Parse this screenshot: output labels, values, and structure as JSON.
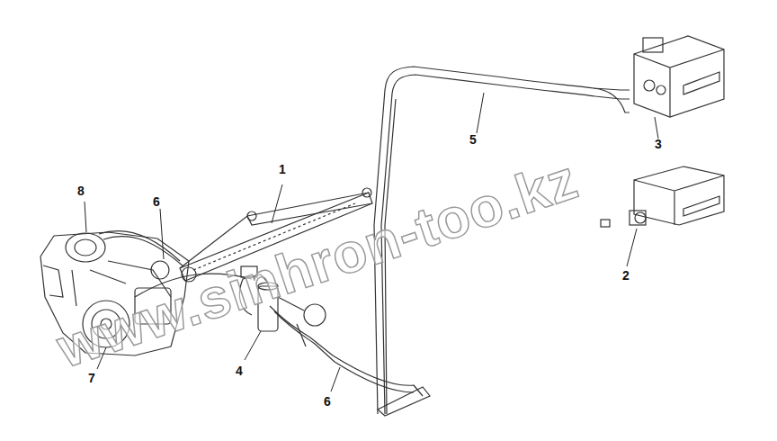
{
  "diagram": {
    "labels": [
      "1",
      "2",
      "3",
      "4",
      "5",
      "6",
      "6",
      "7",
      "8",
      "www.sinhron-too.kz"
    ]
  }
}
